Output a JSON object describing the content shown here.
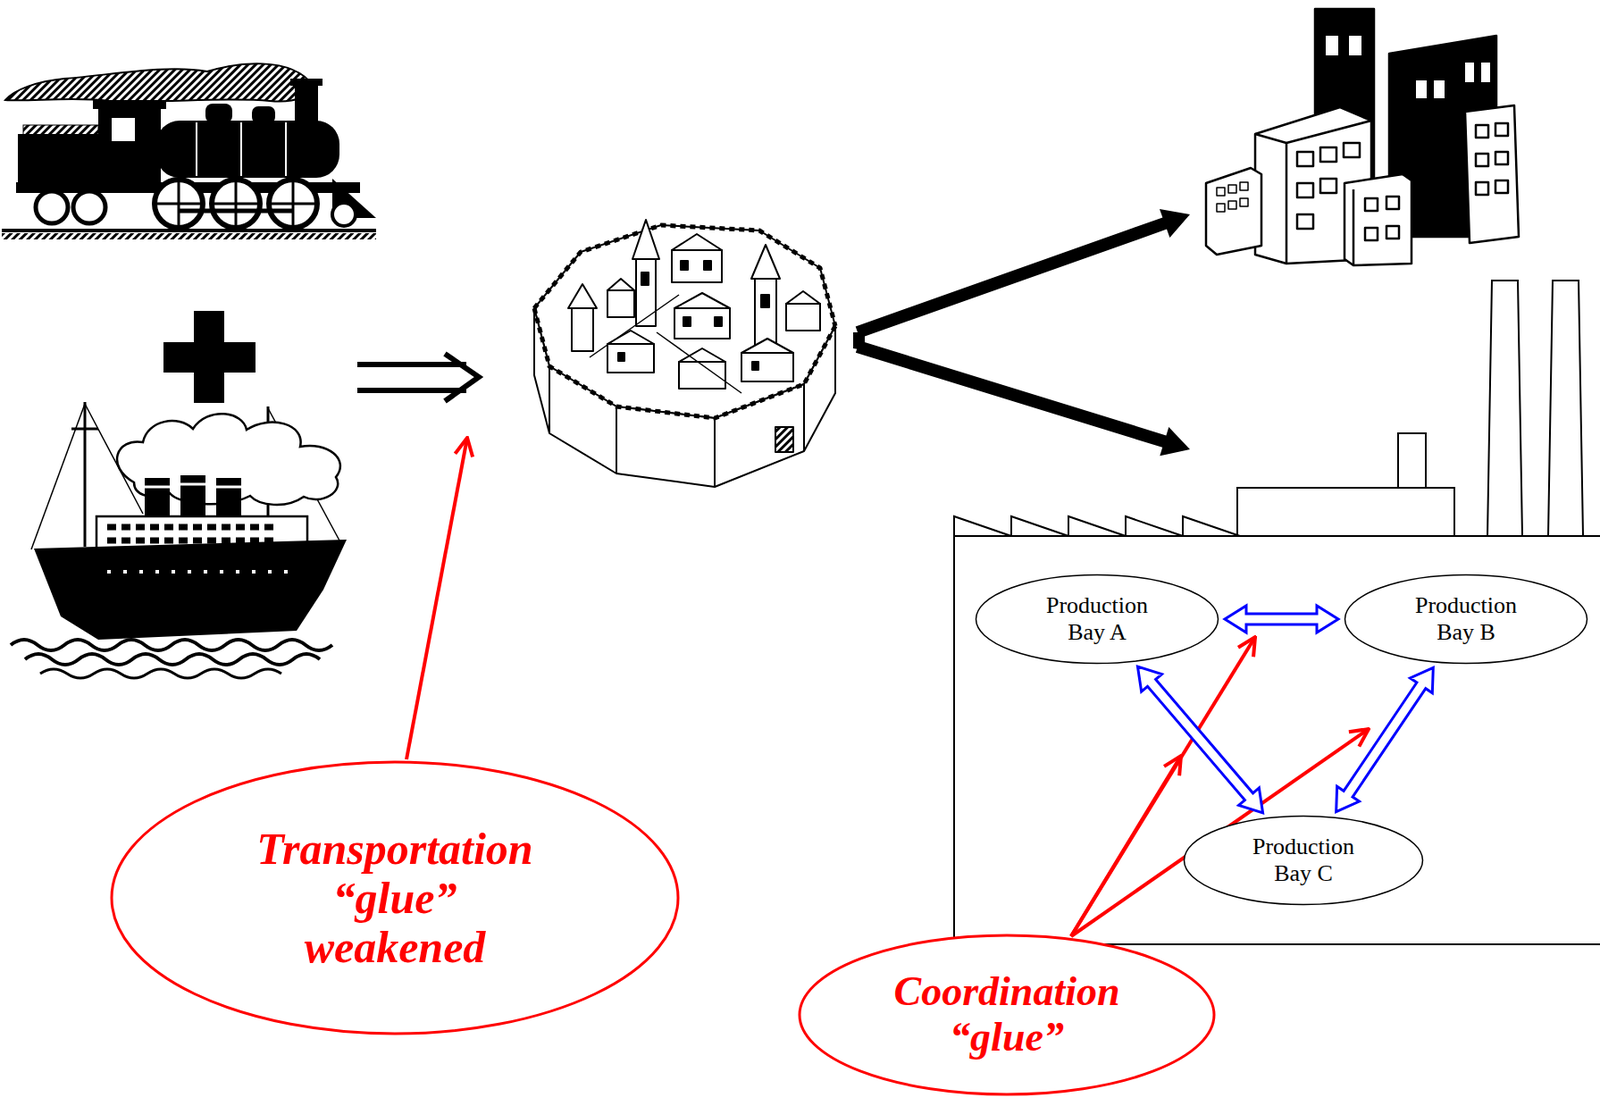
{
  "diagram": {
    "nodes": [
      {
        "text": [
          "Production Bay A"
        ]
      },
      {
        "text": [
          "Production Bay B"
        ]
      },
      {
        "text": [
          "Production Bay C"
        ]
      },
      {
        "text": [
          "Transportation “glue” weakened"
        ]
      },
      {
        "text": [
          "Coordination “glue”"
        ]
      }
    ],
    "edges": [
      {
        "from": 0,
        "to": 1,
        "arrow": "both"
      },
      {
        "from": 0,
        "to": 2,
        "arrow": "both"
      },
      {
        "from": 1,
        "to": 2,
        "arrow": "both"
      }
    ]
  }
}
